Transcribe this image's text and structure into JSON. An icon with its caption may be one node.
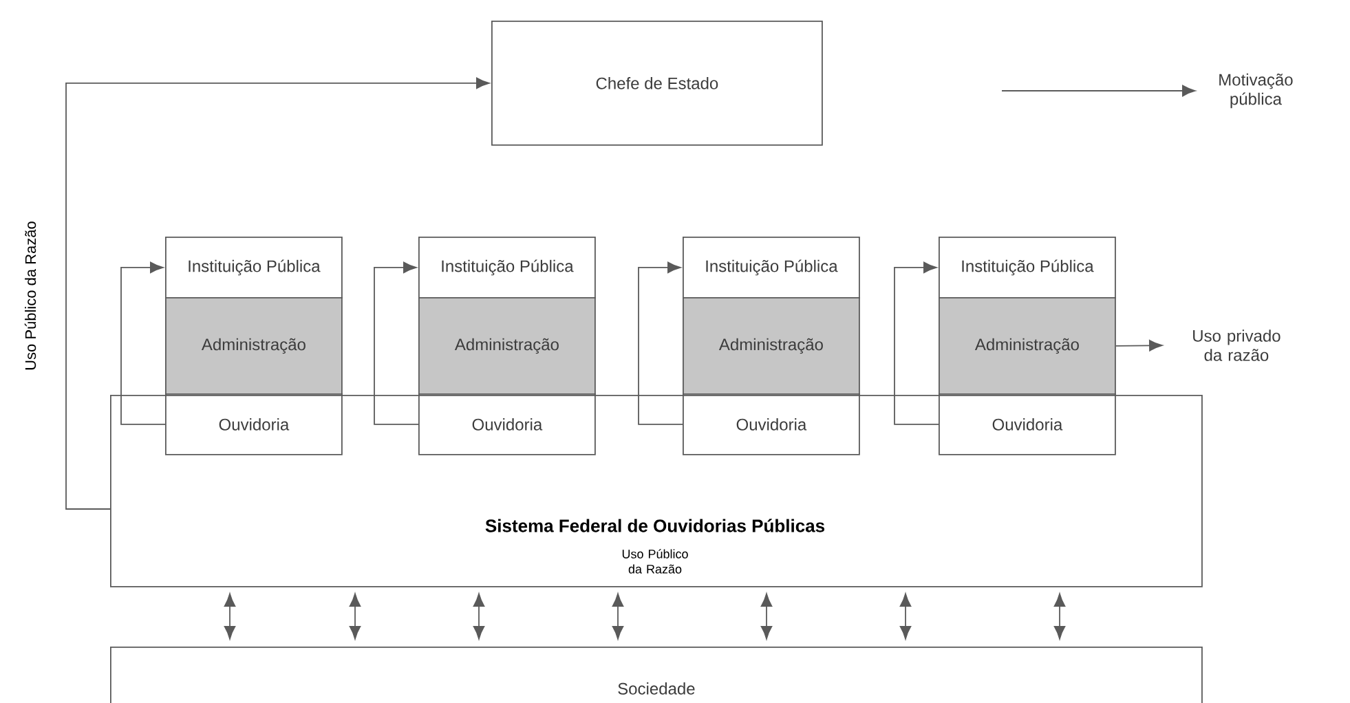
{
  "diagram": {
    "nodes": [
      {
        "text": [
          "Chefe de Estado"
        ]
      },
      {
        "text": [
          "Motivação pública"
        ]
      },
      {
        "text": [
          "Instituição Pública"
        ]
      },
      {
        "text": [
          "Administração"
        ]
      },
      {
        "text": [
          "Ouvidoria"
        ],
        "in": 15
      },
      {
        "text": [
          "Instituição Pública"
        ]
      },
      {
        "text": [
          "Administração"
        ]
      },
      {
        "text": [
          "Ouvidoria"
        ],
        "in": 15
      },
      {
        "text": [
          "Instituição Pública"
        ]
      },
      {
        "text": [
          "Administração"
        ]
      },
      {
        "text": [
          "Ouvidoria"
        ],
        "in": 15
      },
      {
        "text": [
          "Instituição Pública"
        ]
      },
      {
        "text": [
          "Administração"
        ]
      },
      {
        "text": [
          "Ouvidoria"
        ],
        "in": 15
      },
      {
        "text": [
          "Uso privado da razão"
        ]
      },
      {
        "text": [
          "Sistema Federal de Ouvidorias Públicas",
          "Uso Público da Razão"
        ]
      },
      {
        "text": [
          "Sociedade"
        ]
      }
    ],
    "edges": [
      {
        "from": 15,
        "to": 0,
        "arrow": "to",
        "label": "Uso Público da Razão"
      },
      {
        "from": null,
        "to": 1,
        "arrow": "to"
      },
      {
        "from": 4,
        "to": 2,
        "arrow": "to"
      },
      {
        "from": 7,
        "to": 5,
        "arrow": "to"
      },
      {
        "from": 10,
        "to": 8,
        "arrow": "to"
      },
      {
        "from": 13,
        "to": 11,
        "arrow": "to"
      },
      {
        "from": 12,
        "to": 14,
        "arrow": "to"
      },
      {
        "from": 15,
        "to": 16,
        "arrow": "both"
      },
      {
        "from": 15,
        "to": 16,
        "arrow": "both"
      },
      {
        "from": 15,
        "to": 16,
        "arrow": "both"
      },
      {
        "from": 15,
        "to": 16,
        "arrow": "both"
      },
      {
        "from": 15,
        "to": 16,
        "arrow": "both"
      },
      {
        "from": 15,
        "to": 16,
        "arrow": "both"
      },
      {
        "from": 15,
        "to": 16,
        "arrow": "both"
      }
    ]
  }
}
